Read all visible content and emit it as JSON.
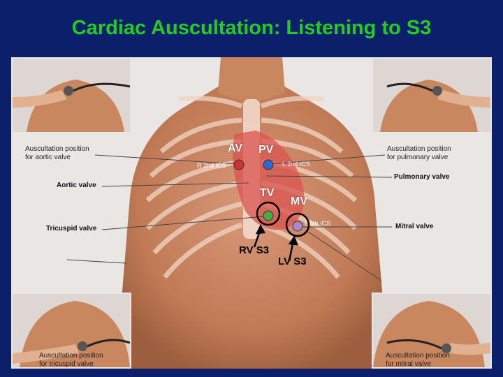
{
  "title": "Cardiac Auscultation: Listening to S3",
  "captions": {
    "aortic_position": [
      "Auscultation position",
      "for aortic valve"
    ],
    "pulmonary_position": [
      "Auscultation position",
      "for pulmonary valve"
    ],
    "tricuspid_position": [
      "Auscultation position",
      "for tricuspid valve"
    ],
    "mitral_position": [
      "Auscultation position",
      "for mitral valve"
    ]
  },
  "side_labels": {
    "aortic": "Aortic valve",
    "pulmonary": "Pulmonary valve",
    "tricuspid": "Tricuspid valve",
    "mitral": "Mitral valve"
  },
  "valves": {
    "av": "AV",
    "pv": "PV",
    "tv": "TV",
    "mv": "MV"
  },
  "ics": {
    "r2": "R 2nd ICS",
    "l2": "L 2nd ICS",
    "l5": "L 5th ICS"
  },
  "s3": {
    "rv": "RV S3",
    "lv": "LV S3"
  },
  "colors": {
    "title": "#22cc22",
    "background": "#0b1f6b",
    "av_dot": "#cc3333",
    "pv_dot": "#3366cc",
    "tv_dot": "#44aa44",
    "mv_dot": "#aa88cc",
    "skin": "#c9875f"
  }
}
